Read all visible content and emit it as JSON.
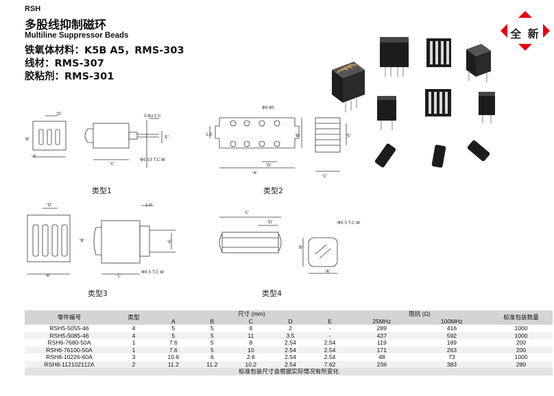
{
  "header": {
    "code": "RSH",
    "title": "多股线抑制磁环",
    "subtitle": "Multiline Suppressor Beads",
    "lines": [
      "铁氧体材料：K5B A5，RMS-303",
      "线材：RMS-307",
      "胶粘剂：RMS-301"
    ]
  },
  "badge": {
    "text": "全 新"
  },
  "colors": {
    "badge_red": "#e60012",
    "accent_dark": "#111111",
    "table_header": "#d4d4d4"
  },
  "drawings": {
    "type1": {
      "label": "类型1",
      "dims": {
        "d": "'D'",
        "a": "'A'",
        "c": "'C'",
        "b": "'B'",
        "e": "'E'",
        "tol": "0.8±1.0",
        "wire": "Φ0.53 T.C.W"
      }
    },
    "type2": {
      "label": "类型2",
      "dims": {
        "a": "'A'",
        "b": "'B'",
        "c": "'C'",
        "d": "'D'",
        "e": "'E'",
        "pin": "Φ0.85",
        "pitch": "1.0"
      }
    },
    "type3": {
      "label": "类型3",
      "dims": {
        "a": "'A'",
        "b": "'B'",
        "c": "'C'",
        "d": "'D'",
        "e": "'E'",
        "tol": "1.0",
        "wire": "Φ0.5 T.C.W"
      }
    },
    "type4": {
      "label": "类型4",
      "dims": {
        "a": "'A'",
        "b": "'B'",
        "c": "'C'",
        "d": "'D'",
        "wire": "Φ0.5 T.C.W"
      }
    }
  },
  "table": {
    "headers": {
      "part": "零件编号",
      "type": "类型",
      "size": "尺寸 (mm)",
      "impedance": "阻抗 (Ω)",
      "qty": "标准包装数量",
      "dims": [
        "A",
        "B",
        "C",
        "D",
        "E"
      ],
      "freqs": [
        "25MHz",
        "100MHz"
      ]
    },
    "rows": [
      {
        "part": "RSH5-5055-46",
        "type": "4",
        "a": "5",
        "b": "5",
        "c": "8",
        "d": "2",
        "e": "-",
        "z25": "289",
        "z100": "416",
        "qty": "1000"
      },
      {
        "part": "RSH5-5085-46",
        "type": "4",
        "a": "5",
        "b": "5",
        "c": "11",
        "d": "3.5",
        "e": "-",
        "z25": "437",
        "z100": "592",
        "qty": "1000"
      },
      {
        "part": "RSH6-7680-50A",
        "type": "1",
        "a": "7.6",
        "b": "5",
        "c": "8",
        "d": "2.54",
        "e": "2.54",
        "z25": "119",
        "z100": "189",
        "qty": "200"
      },
      {
        "part": "RSH6-76100-50A",
        "type": "1",
        "a": "7.6",
        "b": "5",
        "c": "10",
        "d": "2.54",
        "e": "2.54",
        "z25": "171",
        "z100": "263",
        "qty": "200"
      },
      {
        "part": "RSH8-10226-60A",
        "type": "3",
        "a": "10.6",
        "b": "6",
        "c": "2.6",
        "d": "2.54",
        "e": "2.54",
        "z25": "48",
        "z100": "73",
        "qty": "1000"
      },
      {
        "part": "RSH8-112102112A",
        "type": "2",
        "a": "11.2",
        "b": "11.2",
        "c": "10.2",
        "d": "2.54",
        "e": "7.62",
        "z25": "236",
        "z100": "383",
        "qty": "280"
      }
    ],
    "note": "标准包装尺寸会根据实际情况有所变化"
  }
}
